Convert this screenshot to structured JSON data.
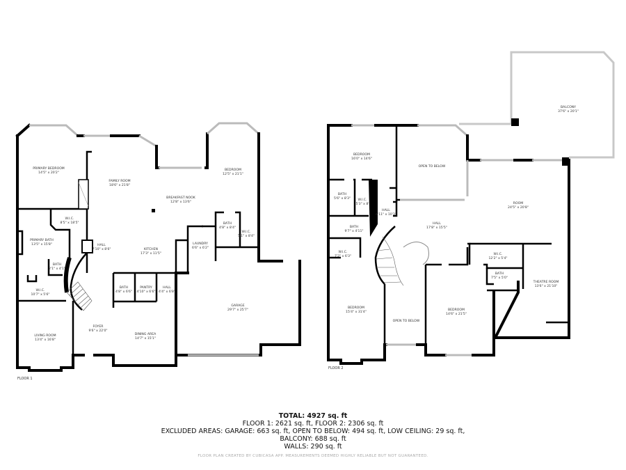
{
  "floor1": {
    "label": "FLOOR 1",
    "rooms": [
      {
        "name": "PRIMARY BEDROOM",
        "dims": "14'5\" x 20'2\""
      },
      {
        "name": "FAMILY ROOM",
        "dims": "18'6\" x 21'8\""
      },
      {
        "name": "BREAKFAST NOOK",
        "dims": "12'8\" x 13'6\""
      },
      {
        "name": "BEDROOM",
        "dims": "12'5\" x 21'1\""
      },
      {
        "name": "W.I.C.",
        "dims": "8'5\" x 18'5\""
      },
      {
        "name": "PRIMARY BATH",
        "dims": "13'5\" x 15'8\""
      },
      {
        "name": "HALL",
        "dims": "7'10\" x 8'6\""
      },
      {
        "name": "KITCHEN",
        "dims": "17'3\" x 11'5\""
      },
      {
        "name": "LAUNDRY",
        "dims": "6'6\" x 6'2\""
      },
      {
        "name": "BATH",
        "dims": "4'8\" x 8'4\""
      },
      {
        "name": "W.I.C.",
        "dims": "5'1\" x 8'4\""
      },
      {
        "name": "BATH",
        "dims": "2'1\" x 4'1\""
      },
      {
        "name": "W.I.C.",
        "dims": "10'7\" x 5'6\""
      },
      {
        "name": "BATH",
        "dims": "4'8\" x 6'6\""
      },
      {
        "name": "PANTRY",
        "dims": "4'10\" x 6'6\""
      },
      {
        "name": "HALL",
        "dims": "4'4\" x 6'8\""
      },
      {
        "name": "GARAGE",
        "dims": "29'7\" x 25'7\""
      },
      {
        "name": "LIVING ROOM",
        "dims": "13'4\" x 16'8\""
      },
      {
        "name": "FOYER",
        "dims": "9'6\" x 22'0\""
      },
      {
        "name": "DINING AREA",
        "dims": "14'7\" x 15'1\""
      }
    ]
  },
  "floor2": {
    "label": "FLOOR 2",
    "rooms": [
      {
        "name": "BEDROOM",
        "dims": "16'0\" x 14'6\""
      },
      {
        "name": "OPEN TO BELOW",
        "dims": ""
      },
      {
        "name": "BALCONY",
        "dims": "37'6\" x 20'1\""
      },
      {
        "name": "BATH",
        "dims": "5'6\" x 8'3\""
      },
      {
        "name": "W.I.C.",
        "dims": "5'3\" x 8'"
      },
      {
        "name": "HALL",
        "dims": "4'11\" x 10'3\""
      },
      {
        "name": "HALL",
        "dims": "17'8\" x 15'5\""
      },
      {
        "name": "ROOM",
        "dims": "24'5\" x 20'8\""
      },
      {
        "name": "BATH",
        "dims": "9'7\" x 4'11\""
      },
      {
        "name": "W.I.C.",
        "dims": "7'2\" x 6'3\""
      },
      {
        "name": "W.I.C.",
        "dims": "12'2\" x 5'4\""
      },
      {
        "name": "BATH",
        "dims": "7'5\" x 5'0\""
      },
      {
        "name": "THEATRE ROOM",
        "dims": "13'6\" x 21'10\""
      },
      {
        "name": "BEDROOM",
        "dims": "15'4\" x 31'4\""
      },
      {
        "name": "OPEN TO BELOW",
        "dims": ""
      },
      {
        "name": "BEDROOM",
        "dims": "14'6\" x 21'5\""
      }
    ]
  },
  "summary": {
    "total": "TOTAL: 4927 sq. ft",
    "floors": "FLOOR 1: 2621 sq. ft, FLOOR 2: 2306 sq. ft",
    "excluded": "EXCLUDED AREAS: GARAGE: 663 sq. ft, OPEN TO BELOW: 494 sq. ft, LOW CEILING: 29 sq. ft,",
    "balcony": "BALCONY: 688 sq. ft",
    "walls": "WALLS: 290 sq. ft"
  },
  "disclaimer": "FLOOR PLAN CREATED BY CUBICASA APP. MEASUREMENTS DEEMED HIGHLY RELIABLE BUT NOT GUARANTEED.",
  "colors": {
    "wall": "#000000",
    "window": "#bbbbbb",
    "balcony_rail": "#c8c8c8",
    "disclaimer": "#aaaaaa"
  }
}
